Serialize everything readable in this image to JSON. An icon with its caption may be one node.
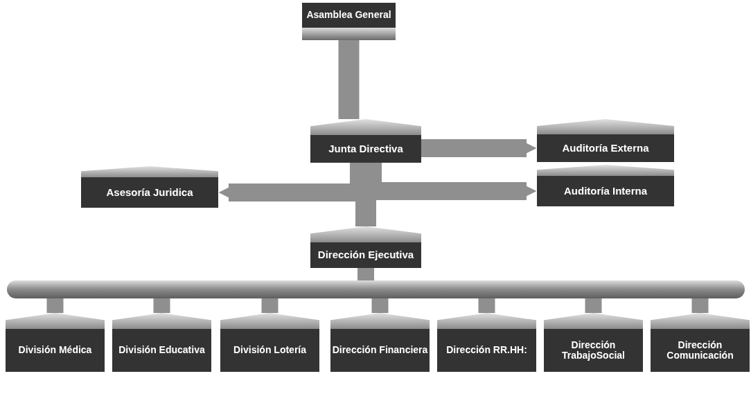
{
  "diagram": {
    "nodes": [
      {
        "text": [
          "Asamblea General"
        ]
      },
      {
        "text": [
          "Junta Directiva"
        ]
      },
      {
        "text": [
          "Auditoría Externa"
        ]
      },
      {
        "text": [
          "Asesoría Juridica"
        ]
      },
      {
        "text": [
          "Auditoría Interna"
        ]
      },
      {
        "text": [
          "Dirección Ejecutiva"
        ]
      },
      {
        "text": [],
        "shape": "bar"
      },
      {
        "text": [
          "División Médica"
        ]
      },
      {
        "text": [
          "División Educativa"
        ]
      },
      {
        "text": [
          "División Lotería"
        ]
      },
      {
        "text": [
          "Dirección Financiera"
        ]
      },
      {
        "text": [
          "Dirección RR.HH:"
        ]
      },
      {
        "text": [
          "Dirección TrabajoSocial"
        ]
      },
      {
        "text": [
          "Dirección Comunicación"
        ]
      }
    ],
    "edges": [
      {
        "from": 0,
        "to": 1,
        "arrow": "none"
      },
      {
        "from": 1,
        "to": 2,
        "arrow": "to"
      },
      {
        "from": 1,
        "to": 3,
        "arrow": "to"
      },
      {
        "from": 1,
        "to": 4,
        "arrow": "to"
      },
      {
        "from": 1,
        "to": 5,
        "arrow": "none"
      },
      {
        "from": 5,
        "to": 6,
        "arrow": "none"
      },
      {
        "from": 6,
        "to": 7,
        "arrow": "none"
      },
      {
        "from": 6,
        "to": 8,
        "arrow": "none"
      },
      {
        "from": 6,
        "to": 9,
        "arrow": "none"
      },
      {
        "from": 6,
        "to": 10,
        "arrow": "none"
      },
      {
        "from": 6,
        "to": 11,
        "arrow": "none"
      },
      {
        "from": 6,
        "to": 12,
        "arrow": "none"
      },
      {
        "from": 6,
        "to": 13,
        "arrow": "none"
      }
    ]
  }
}
